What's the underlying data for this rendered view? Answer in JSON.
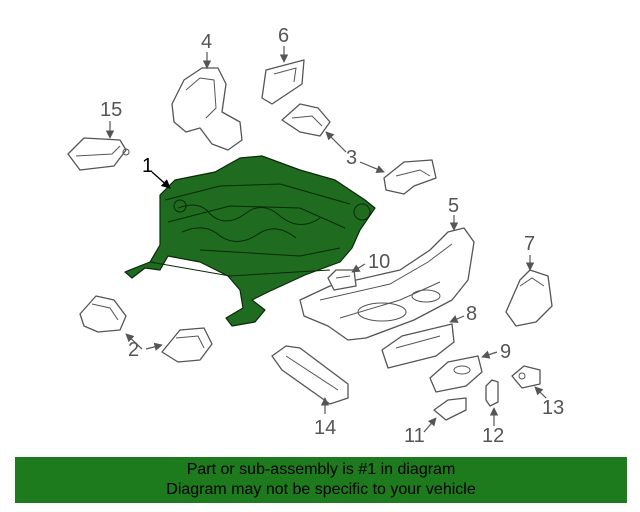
{
  "diagram": {
    "callouts": [
      "1",
      "2",
      "3",
      "4",
      "5",
      "6",
      "7",
      "8",
      "9",
      "10",
      "11",
      "12",
      "13",
      "14",
      "15"
    ],
    "highlight_color": "#1d7a1d"
  },
  "footer": {
    "line1": "Part or sub-assembly is #1 in diagram",
    "line2": "Diagram may not be specific to your vehicle"
  }
}
